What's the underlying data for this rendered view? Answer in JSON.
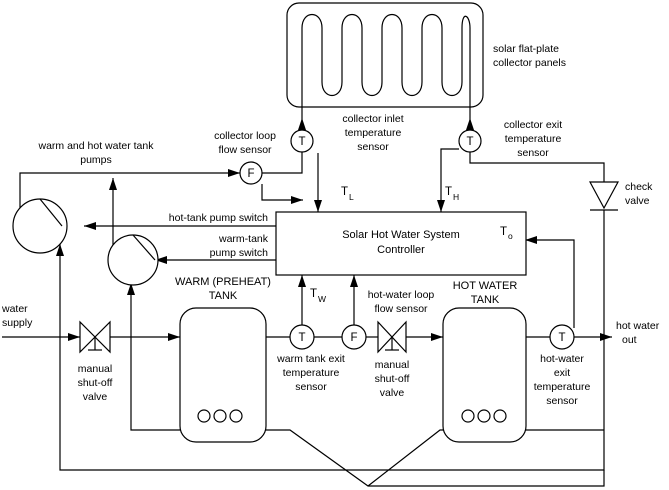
{
  "labels": {
    "solar_panels": [
      "solar flat-plate",
      "collector panels"
    ],
    "collector_inlet_sensor": [
      "collector inlet",
      "temperature",
      "sensor"
    ],
    "collector_exit_sensor": [
      "collector exit",
      "temperature",
      "sensor"
    ],
    "collector_loop_flow_sensor": [
      "collector loop",
      "flow sensor"
    ],
    "warm_hot_pumps": [
      "warm and hot water tank",
      "pumps"
    ],
    "check_valve": [
      "check",
      "valve"
    ],
    "hot_tank_pump_switch": "hot-tank pump switch",
    "warm_tank_pump_switch": [
      "warm-tank",
      "pump switch"
    ],
    "controller": [
      "Solar Hot Water System",
      "Controller"
    ],
    "water_supply": [
      "water",
      "supply"
    ],
    "warm_tank": [
      "WARM (PREHEAT)",
      "TANK"
    ],
    "hot_tank": [
      "HOT WATER",
      "TANK"
    ],
    "hot_water_loop_flow_sensor": [
      "hot-water loop",
      "flow sensor"
    ],
    "hot_water_out": [
      "hot water",
      "out"
    ],
    "manual_valve_left": [
      "manual",
      "shut-off",
      "valve"
    ],
    "manual_valve_mid": [
      "manual",
      "shut-off",
      "valve"
    ],
    "warm_tank_exit_sensor": [
      "warm tank exit",
      "temperature",
      "sensor"
    ],
    "hot_water_exit_sensor": [
      "hot-water",
      "exit",
      "temperature",
      "sensor"
    ]
  },
  "symbols": {
    "temp": "T",
    "flow": "F",
    "tl": {
      "base": "T",
      "sub": "L"
    },
    "th": {
      "base": "T",
      "sub": "H"
    },
    "tw": {
      "base": "T",
      "sub": "W"
    },
    "to": {
      "base": "T",
      "sub": "o"
    }
  }
}
